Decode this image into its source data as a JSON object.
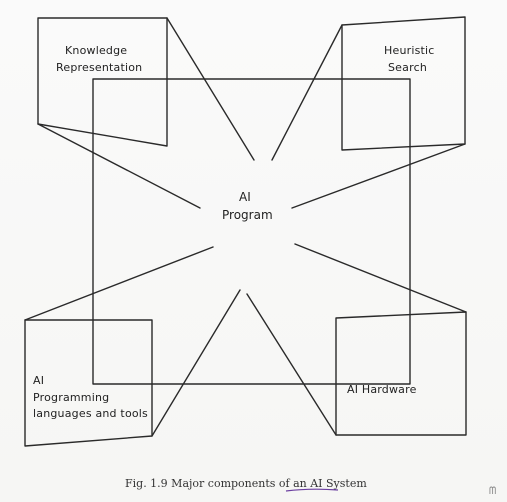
{
  "diagram": {
    "nodes": {
      "knowledge": {
        "line1": "Knowledge",
        "line2": "Representation"
      },
      "heuristic": {
        "line1": "Heuristic",
        "line2": "Search"
      },
      "center": {
        "line1": "AI",
        "line2": "Program"
      },
      "programming": {
        "line1": "AI",
        "line2": "Programming",
        "line3": "languages and tools"
      },
      "hardware": {
        "line1": "AI Hardware"
      }
    }
  },
  "caption": {
    "prefix": "Fig. 1.9 Major components of an ",
    "emphasis": "AI System"
  },
  "corner_mark": "ᗰ"
}
